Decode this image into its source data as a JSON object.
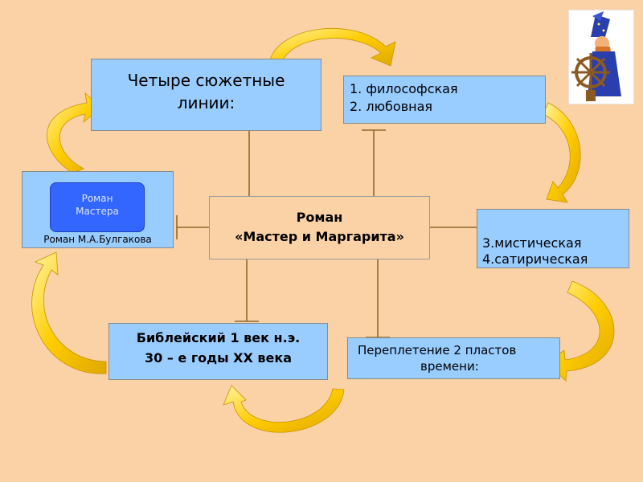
{
  "center": {
    "line1": "Роман",
    "line2": "«Мастер и Маргарита»"
  },
  "top_left": {
    "line1": "Четыре сюжетные",
    "line2": "линии:"
  },
  "top_right": {
    "line1": "1. философская",
    "line2": "2. любовная"
  },
  "left": {
    "inner_line1": "Роман",
    "inner_line2": "Мастера",
    "caption": "Роман М.А.Булгакова"
  },
  "right": {
    "line1": "3.мистическая",
    "line2": "4.сатирическая"
  },
  "bottom_left": {
    "line1": "Библейский 1 век н.э.",
    "line2": "30 – е годы XX века"
  },
  "bottom_right": {
    "line1": "Переплетение 2 пластов",
    "line2": "времени:"
  },
  "colors": {
    "background": "#fbd1a6",
    "box_blue": "#99ccff",
    "inner_button": "#3366ff",
    "connector": "#8b6b2a",
    "arrow_yellow": "#ffcc00"
  },
  "icons": [
    "wizard-at-ship-wheel-icon"
  ]
}
